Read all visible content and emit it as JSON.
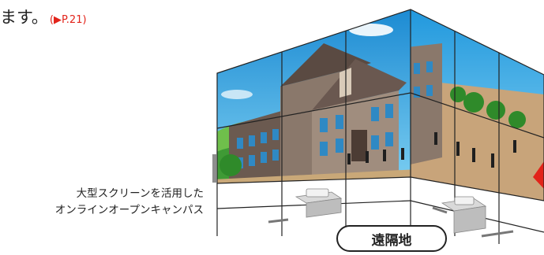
{
  "header": {
    "text": "ます。",
    "ref": "(▶P.21)"
  },
  "caption": {
    "line1": "大型スクリーンを活用した",
    "line2": "オンラインオープンキャンパス"
  },
  "location_label": "遠隔地",
  "colors": {
    "accent_red": "#e2231a",
    "sky": "#1aa3e0",
    "grass": "#4aa63a",
    "ground": "#c8a47a"
  }
}
